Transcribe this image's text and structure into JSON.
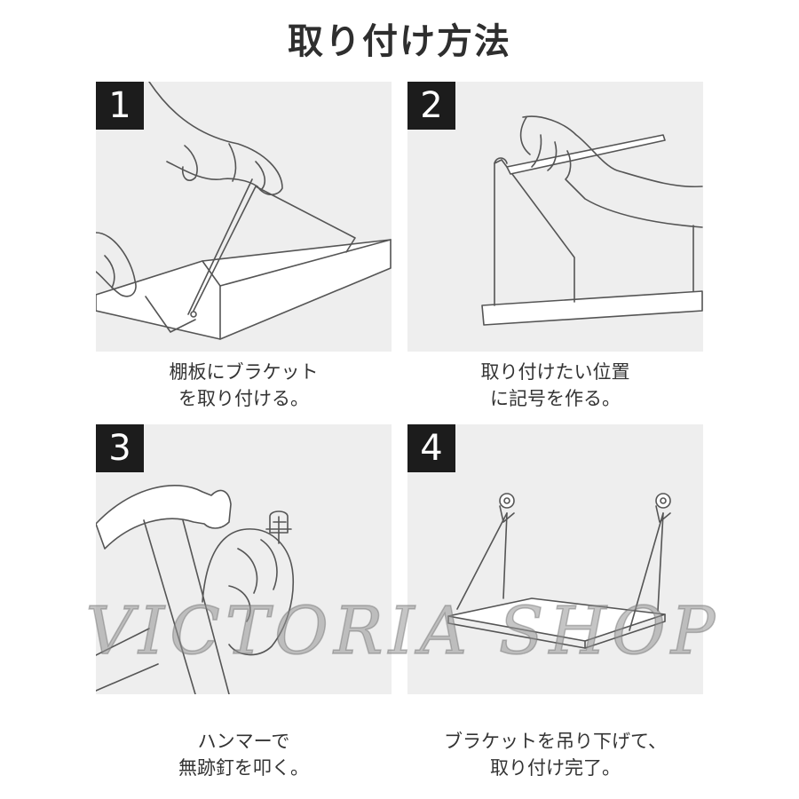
{
  "title": "取り付け方法",
  "steps": [
    {
      "number": "1",
      "caption_line1": "棚板にブラケット",
      "caption_line2": "を取り付ける。"
    },
    {
      "number": "2",
      "caption_line1": "取り付けたい位置",
      "caption_line2": "に記号を作る。"
    },
    {
      "number": "3",
      "caption_line1": "ハンマーで",
      "caption_line2": "無跡釘を叩く。"
    },
    {
      "number": "4",
      "caption_line1": "ブラケットを吊り下げて、",
      "caption_line2": "取り付け完了。"
    }
  ],
  "watermark": "VICTORIA SHOP"
}
